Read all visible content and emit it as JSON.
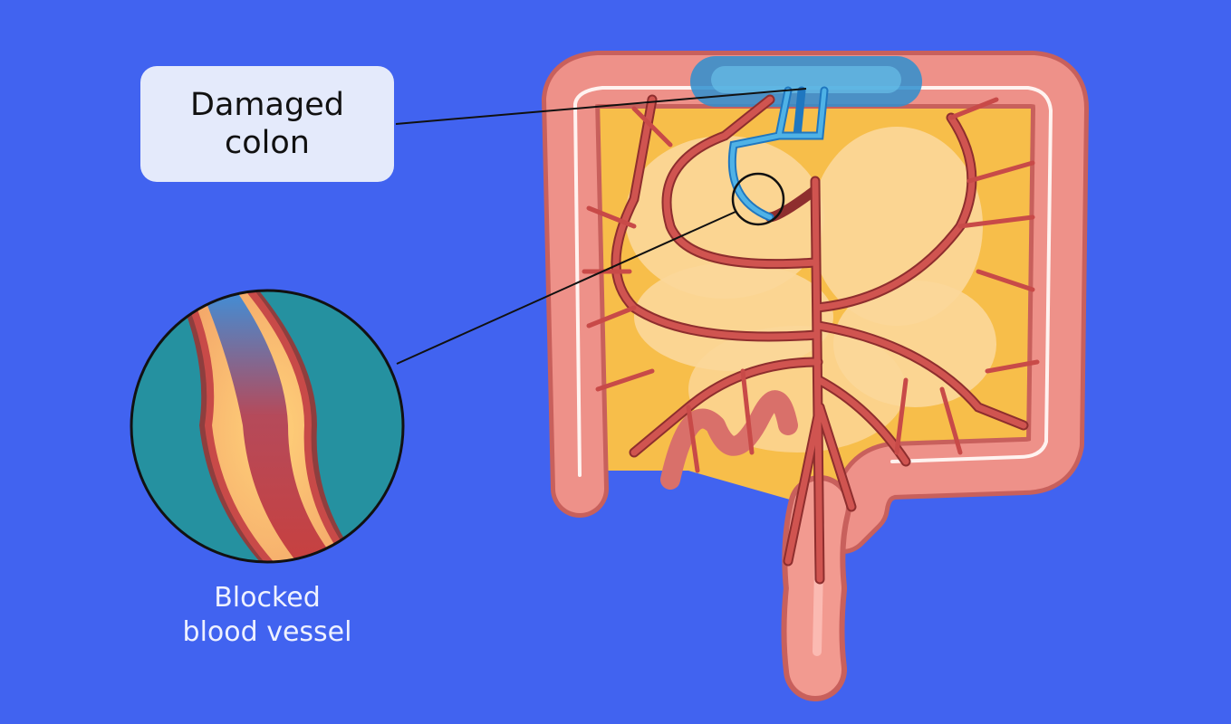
{
  "labels": {
    "damaged_colon": [
      "Damaged",
      "colon"
    ],
    "blocked_vessel": [
      "Blocked",
      "blood vessel"
    ]
  },
  "colors": {
    "background": "#4163F0",
    "colon": "#E98A82",
    "vessel": "#C5484A",
    "damaged": "#3CA6DC",
    "fat": "#F5B646",
    "inset_bg": "#2591A0"
  }
}
